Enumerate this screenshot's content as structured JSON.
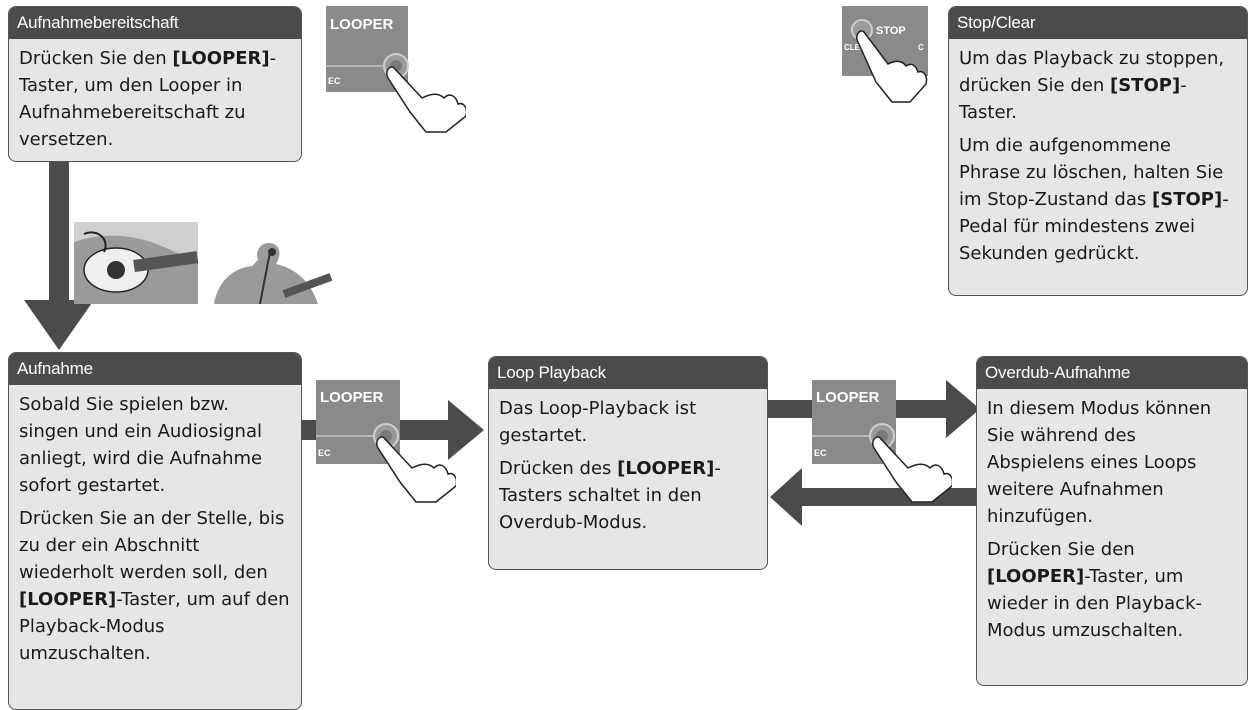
{
  "colors": {
    "header_bg": "#4b4b4b",
    "box_bg": "#e6e6e6",
    "arrow": "#4b4b4b",
    "pedal": "#8a8a8a"
  },
  "boxes": {
    "standby": {
      "title": "Aufnahmebereitschaft",
      "p1_pre": "Drücken Sie den ",
      "p1_key": "[LOOPER]",
      "p1_post": "-Taster, um den Looper in Aufnahmebereitschaft zu versetzen."
    },
    "stop_clear": {
      "title": "Stop/Clear",
      "p1_pre": "Um das Playback zu stoppen, drücken Sie den ",
      "p1_key": "[STOP]",
      "p1_post": "-Taster.",
      "p2_pre": "Um die aufgenommene Phrase zu löschen, halten Sie im Stop-Zustand das ",
      "p2_key": "[STOP]",
      "p2_post": "-Pedal für mindestens zwei Sekunden gedrückt."
    },
    "recording": {
      "title": "Aufnahme",
      "p1": "Sobald Sie spielen bzw. singen und ein Audiosignal anliegt, wird die Aufnahme sofort gestartet.",
      "p2_pre": "Drücken Sie an der Stelle, bis zu der ein Abschnitt wiederholt werden soll, den ",
      "p2_key": "[LOOPER]",
      "p2_post": "-Taster, um auf den Playback-Modus umzuschalten."
    },
    "loop_playback": {
      "title": "Loop Playback",
      "p1": "Das Loop-Playback ist gestartet.",
      "p2_pre": "Drücken des ",
      "p2_key": "[LOOPER]",
      "p2_post": "-Tasters schaltet in den Overdub-Modus."
    },
    "overdub": {
      "title": "Overdub-Aufnahme",
      "p1": "In diesem Modus können Sie während des Abspielens eines Loops weitere Aufnahmen hinzufügen.",
      "p2_pre": "Drücken Sie den ",
      "p2_key": "[LOOPER]",
      "p2_post": "-Taster, um wieder in den Playback-Modus umzuschalten."
    }
  },
  "pedals": {
    "looper_label": "LOOPER",
    "rec_fragment": "EC",
    "stop_label": "STOP",
    "clear_fragment": "CLEA",
    "rec_fragment_small": "C"
  }
}
